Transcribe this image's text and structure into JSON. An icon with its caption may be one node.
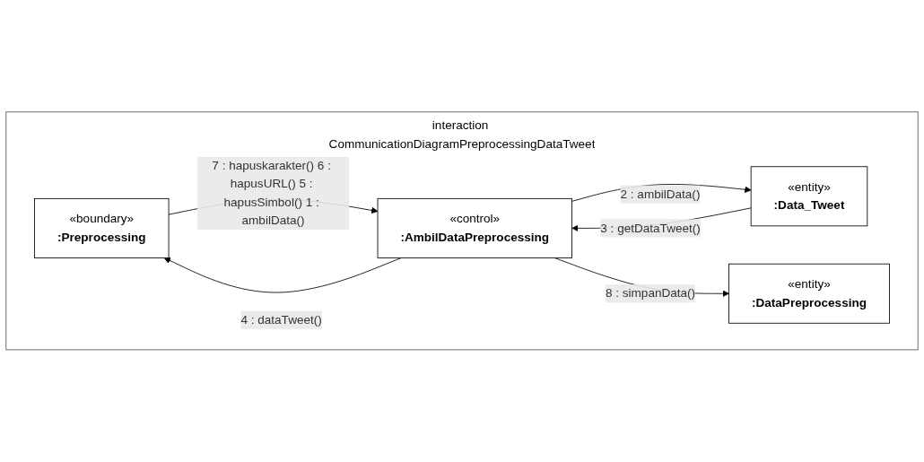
{
  "diagram": {
    "nodes": [
      {
        "text": [
          "interaction CommunicationDiagramPreprocessingDataTweet"
        ]
      },
      {
        "text": [
          "«boundary»",
          ":Preprocessing"
        ],
        "in": 0
      },
      {
        "text": [
          "«control»",
          ":AmbilDataPreprocessing"
        ],
        "in": 0
      },
      {
        "text": [
          "«entity»",
          ":Data_Tweet"
        ],
        "in": 0
      },
      {
        "text": [
          "«entity»",
          ":DataPreprocessing"
        ],
        "in": 0
      }
    ],
    "edges": [
      {
        "from": 1,
        "to": 2,
        "arrow": "to",
        "label": "7 : hapuskarakter() 6 : hapusURL() 5 : hapusSimbol() 1 : ambilData()"
      },
      {
        "from": 2,
        "to": 1,
        "arrow": "to",
        "label": "4 : dataTweet()"
      },
      {
        "from": 2,
        "to": 3,
        "arrow": "to",
        "label": "2 : ambilData()"
      },
      {
        "from": 3,
        "to": 2,
        "arrow": "to",
        "label": "3 : getDataTweet()"
      },
      {
        "from": 2,
        "to": 4,
        "arrow": "to",
        "label": "8 : simpanData()"
      }
    ]
  }
}
